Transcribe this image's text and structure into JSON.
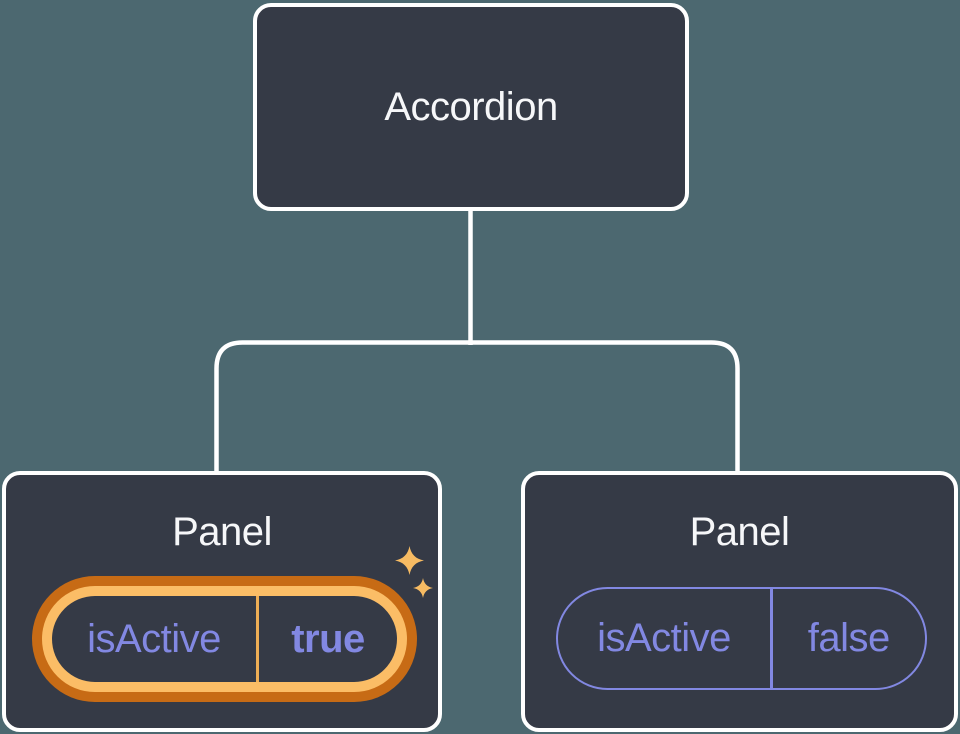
{
  "diagram": {
    "description": "Component tree showing an Accordion parent with two Panel children and their isActive state",
    "colors": {
      "background": "#4C6870",
      "node_background": "#353A46",
      "node_border": "#FFFFFF",
      "node_text": "#F6F7F9",
      "state_purple": "#8288E2",
      "highlight_gold": "#FBBD66",
      "highlight_orange": "#C76B15",
      "divider_gold": "#EFAE55",
      "sparkle_gold": "#F7BB63",
      "connector_line": "#FFFFFF"
    },
    "tree": {
      "root": {
        "label": "Accordion"
      },
      "children": [
        {
          "label": "Panel",
          "state": {
            "name": "isActive",
            "value": "true"
          },
          "highlighted": true,
          "sparkles": true
        },
        {
          "label": "Panel",
          "state": {
            "name": "isActive",
            "value": "false"
          },
          "highlighted": false,
          "sparkles": false
        }
      ]
    }
  }
}
